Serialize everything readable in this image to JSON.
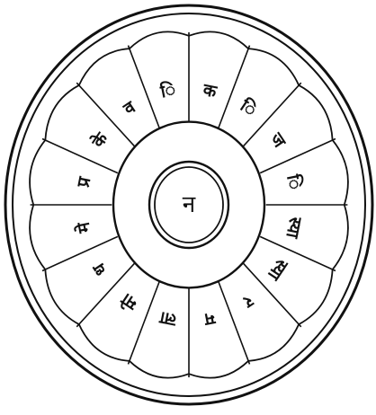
{
  "center": {
    "glyph": "न"
  },
  "petals": [
    {
      "glyph": "क"
    },
    {
      "glyph": "ि"
    },
    {
      "glyph": "ज"
    },
    {
      "glyph": "ि"
    },
    {
      "glyph": "स्या"
    },
    {
      "glyph": "स्या"
    },
    {
      "glyph": "र"
    },
    {
      "glyph": "म"
    },
    {
      "glyph": "ला"
    },
    {
      "glyph": "मो"
    },
    {
      "glyph": "ध"
    },
    {
      "glyph": "मे"
    },
    {
      "glyph": "प्र"
    },
    {
      "glyph": "के"
    },
    {
      "glyph": "व"
    },
    {
      "glyph": "ि"
    }
  ],
  "colors": {
    "ink": "#111111",
    "paper": "#ffffff"
  }
}
